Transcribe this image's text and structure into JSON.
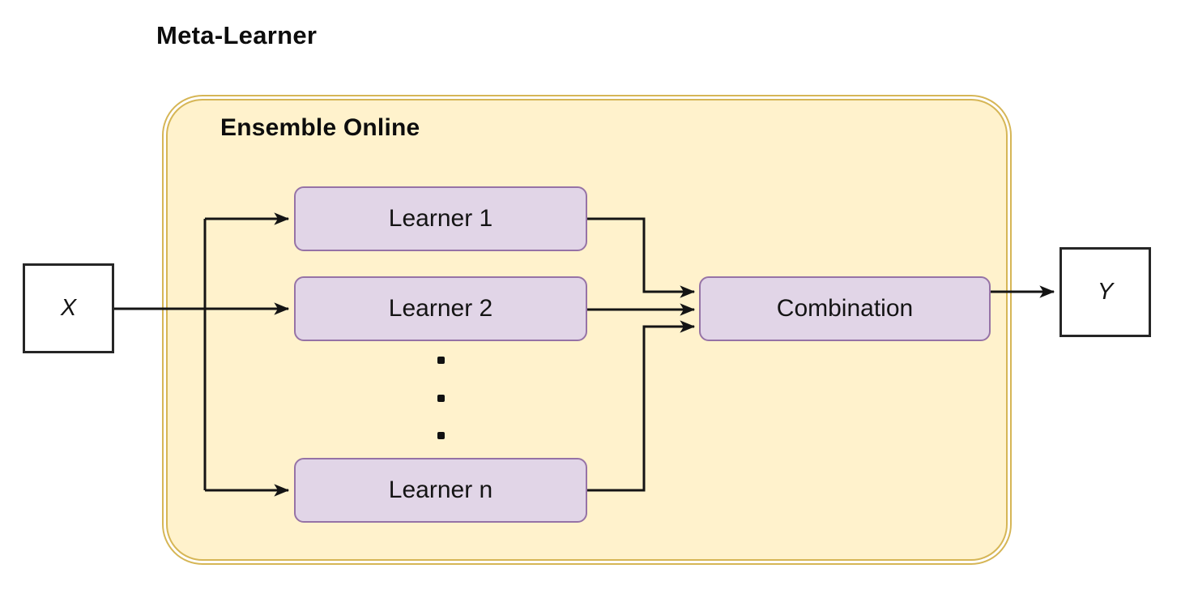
{
  "diagram": {
    "title": "Meta-Learner",
    "group": {
      "label": "Ensemble Online",
      "fill_color": "#FFF2CC",
      "border_color": "#D6B656",
      "border_style": "double-rounded"
    },
    "nodes": {
      "input": {
        "label": "X",
        "shape": "square",
        "fill_color": "#FFFFFF",
        "border_color": "#262626"
      },
      "output": {
        "label": "Y",
        "shape": "square",
        "fill_color": "#FFFFFF",
        "border_color": "#262626"
      },
      "combination": {
        "label": "Combination",
        "fill_color": "#E1D5E7",
        "border_color": "#9673A6"
      }
    },
    "learners": [
      {
        "label": "Learner 1"
      },
      {
        "label": "Learner 2"
      },
      {
        "label": "Learner n"
      }
    ],
    "learner_style": {
      "fill_color": "#E1D5E7",
      "border_color": "#9673A6"
    },
    "ellipsis": {
      "between": [
        "Learner 2",
        "Learner n"
      ],
      "dot_count": 3
    },
    "edges": [
      {
        "from": "X",
        "to": "Learner 1"
      },
      {
        "from": "X",
        "to": "Learner 2"
      },
      {
        "from": "X",
        "to": "Learner n"
      },
      {
        "from": "Learner 1",
        "to": "Combination"
      },
      {
        "from": "Learner 2",
        "to": "Combination"
      },
      {
        "from": "Learner n",
        "to": "Combination"
      },
      {
        "from": "Combination",
        "to": "Y"
      }
    ],
    "edge_color": "#141414"
  }
}
